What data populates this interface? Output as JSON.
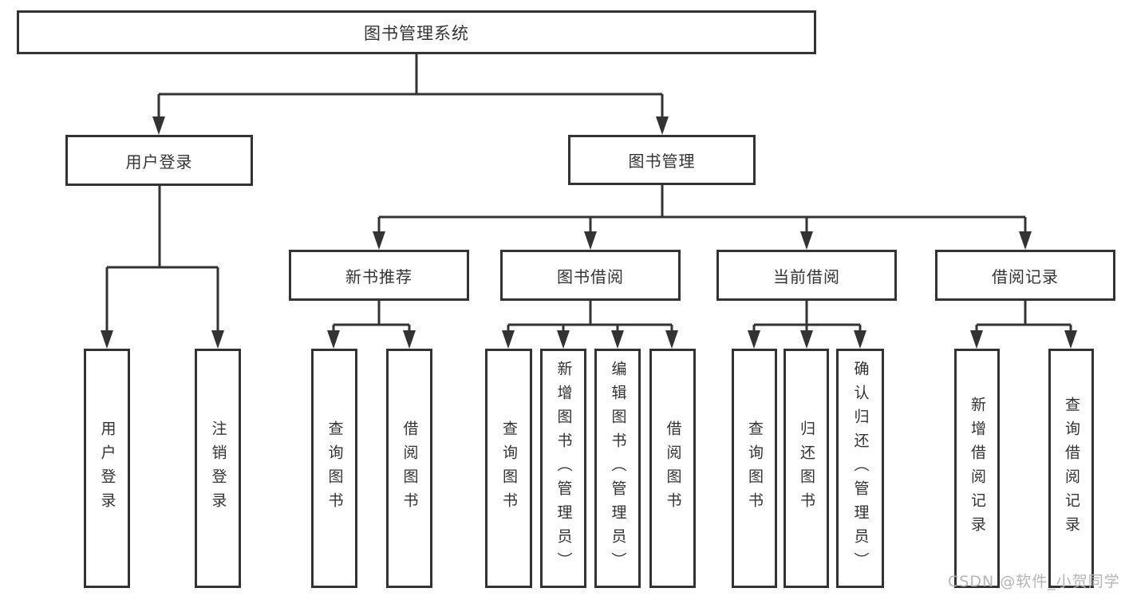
{
  "diagram_title": "图书管理系统",
  "nodes": {
    "root": {
      "label": "图书管理系统"
    },
    "user_login": {
      "label": "用户登录"
    },
    "book_mgmt": {
      "label": "图书管理"
    },
    "new_book_rec": {
      "label": "新书推荐"
    },
    "book_borrow": {
      "label": "图书借阅"
    },
    "current_borrow": {
      "label": "当前借阅"
    },
    "borrow_records": {
      "label": "借阅记录"
    },
    "leaf_user_login": {
      "label": "用户登录"
    },
    "leaf_logout": {
      "label": "注销登录"
    },
    "leaf_rec_query_books": {
      "label": "查询图书"
    },
    "leaf_rec_borrow_books": {
      "label": "借阅图书"
    },
    "leaf_bb_query_books": {
      "label": "查询图书"
    },
    "leaf_bb_add_books": {
      "label": "新增图书（管理员）"
    },
    "leaf_bb_edit_books": {
      "label": "编辑图书（管理员）"
    },
    "leaf_bb_borrow_books": {
      "label": "借阅图书"
    },
    "leaf_cb_query_books": {
      "label": "查询图书"
    },
    "leaf_cb_return_books": {
      "label": "归还图书"
    },
    "leaf_cb_confirm_return": {
      "label": "确认归还（管理员）"
    },
    "leaf_br_add_record": {
      "label": "新增借阅记录"
    },
    "leaf_br_query_record": {
      "label": "查询借阅记录"
    }
  },
  "watermark": "CSDN @软件_小贺同学",
  "colors": {
    "line": "#333333",
    "text": "#333333",
    "watermark": "#b5b5b5",
    "background": "#ffffff"
  }
}
